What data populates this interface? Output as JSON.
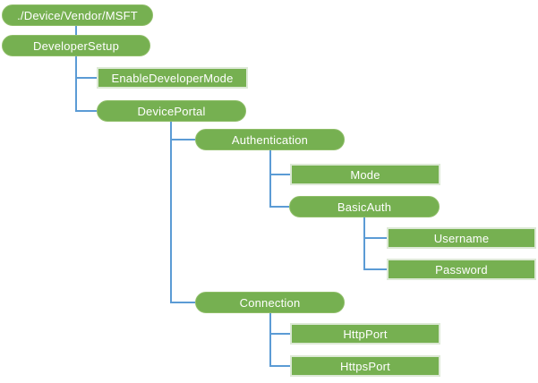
{
  "colors": {
    "background": "#ffffff",
    "node_fill": "#76b051",
    "pill_border": "#8fbe69",
    "rect_border": "#dde9d6",
    "connector": "#5b9bd5",
    "text": "#ffffff"
  },
  "nodes": [
    {
      "label": "./Device/Vendor/MSFT",
      "shape": "pill",
      "depth": 0
    },
    {
      "label": "DeveloperSetup",
      "shape": "pill",
      "depth": 0
    },
    {
      "label": "EnableDeveloperMode",
      "shape": "rect",
      "depth": 1
    },
    {
      "label": "DevicePortal",
      "shape": "pill",
      "depth": 1
    },
    {
      "label": "Authentication",
      "shape": "pill",
      "depth": 2
    },
    {
      "label": "Mode",
      "shape": "rect",
      "depth": 3
    },
    {
      "label": "BasicAuth",
      "shape": "pill",
      "depth": 3
    },
    {
      "label": "Username",
      "shape": "rect",
      "depth": 4
    },
    {
      "label": "Password",
      "shape": "rect",
      "depth": 4
    },
    {
      "label": "Connection",
      "shape": "pill",
      "depth": 2
    },
    {
      "label": "HttpPort",
      "shape": "rect",
      "depth": 3
    },
    {
      "label": "HttpsPort",
      "shape": "rect",
      "depth": 3
    }
  ],
  "hierarchy": {
    "label": "./Device/Vendor/MSFT",
    "children": [
      {
        "label": "DeveloperSetup",
        "children": [
          {
            "label": "EnableDeveloperMode",
            "children": []
          },
          {
            "label": "DevicePortal",
            "children": [
              {
                "label": "Authentication",
                "children": [
                  {
                    "label": "Mode",
                    "children": []
                  },
                  {
                    "label": "BasicAuth",
                    "children": [
                      {
                        "label": "Username",
                        "children": []
                      },
                      {
                        "label": "Password",
                        "children": []
                      }
                    ]
                  }
                ]
              },
              {
                "label": "Connection",
                "children": [
                  {
                    "label": "HttpPort",
                    "children": []
                  },
                  {
                    "label": "HttpsPort",
                    "children": []
                  }
                ]
              }
            ]
          }
        ]
      }
    ]
  }
}
